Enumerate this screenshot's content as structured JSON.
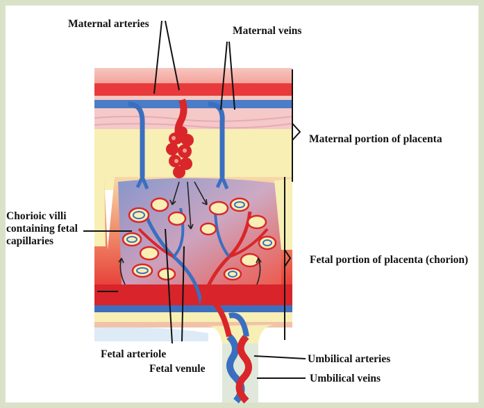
{
  "labels": {
    "maternal_arteries": "Maternal arteries",
    "maternal_veins": "Maternal veins",
    "maternal_portion": "Maternal portion of placenta",
    "fetal_portion": "Fetal portion of placenta (chorion)",
    "chorionic_villi_line1": "Chorioic villi",
    "chorionic_villi_line2": "containing fetal",
    "chorionic_villi_line3": "capillaries",
    "fetal_arteriole": "Fetal arteriole",
    "fetal_venule": "Fetal venule",
    "umbilical_arteries": "Umbilical arteries",
    "umbilical_veins": "Umbilical veins"
  },
  "colors": {
    "artery_red": "#d9262a",
    "vein_blue": "#3a6fc0",
    "tissue_yellow": "#f7efb4",
    "border_green": "#d9e2c8"
  }
}
